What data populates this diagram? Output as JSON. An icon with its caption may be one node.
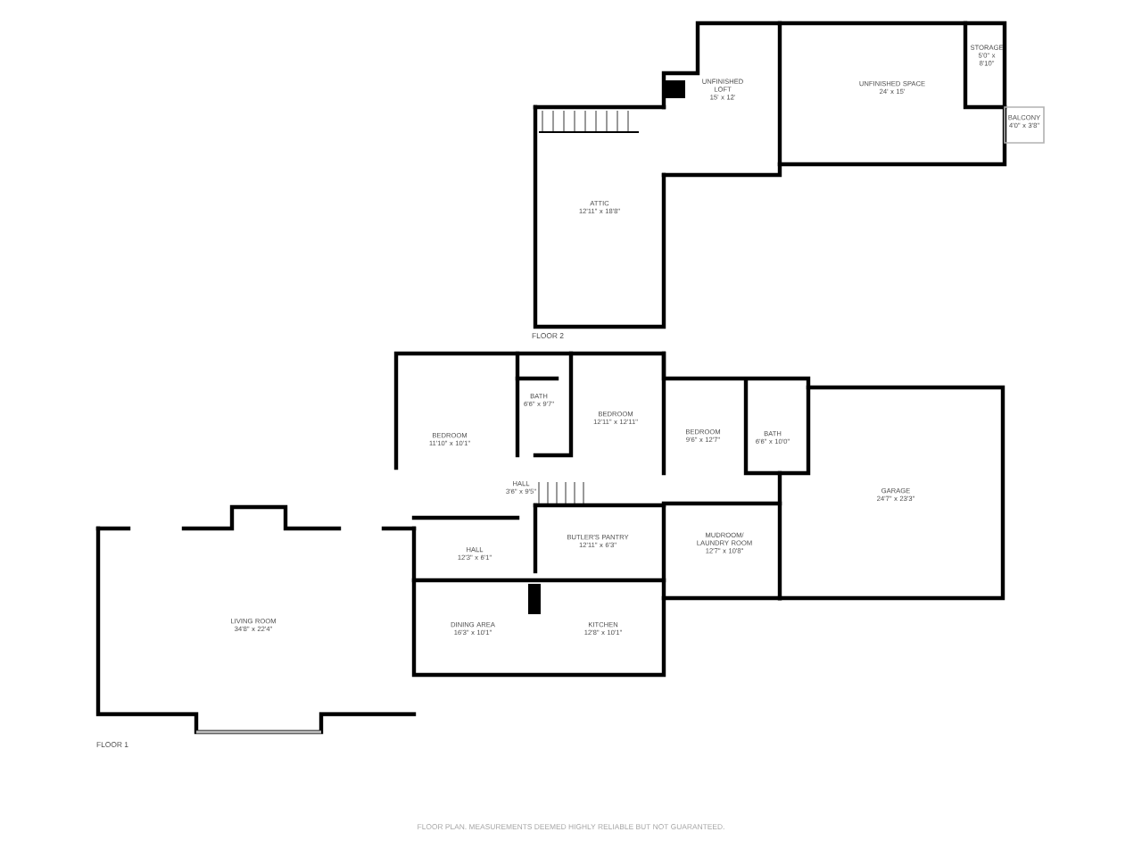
{
  "diagram": {
    "nodes": [
      {
        "text": [
          "UNFINISHED LOFT",
          "15' x 12'"
        ]
      },
      {
        "text": [
          "UNFINISHED SPACE",
          "24' x 15'"
        ]
      },
      {
        "text": [
          "STORAGE",
          "5'0\" x 8'10\""
        ]
      },
      {
        "text": [
          "BALCONY",
          "4'0\" x 3'8\""
        ]
      },
      {
        "text": [
          "ATTIC",
          "12'11\" x 18'8\""
        ]
      },
      {
        "text": [
          "BEDROOM",
          "11'10\" x 10'1\""
        ]
      },
      {
        "text": [
          "BATH",
          "6'6\" x 9'7\""
        ]
      },
      {
        "text": [
          "BEDROOM",
          "12'11\" x 12'11\""
        ]
      },
      {
        "text": [
          "BEDROOM",
          "9'6\" x 12'7\""
        ]
      },
      {
        "text": [
          "BATH",
          "6'6\" x 10'0\""
        ]
      },
      {
        "text": [
          "HALL",
          "3'6\" x 9'5\""
        ]
      },
      {
        "text": [
          "GARAGE",
          "24'7\" x 23'3\""
        ]
      },
      {
        "text": [
          "HALL",
          "12'3\" x 6'1\""
        ]
      },
      {
        "text": [
          "BUTLER'S PANTRY",
          "12'11\" x 6'3\""
        ]
      },
      {
        "text": [
          "MUDROOM/ LAUNDRY ROOM",
          "12'7\" x 10'8\""
        ]
      },
      {
        "text": [
          "LIVING ROOM",
          "34'8\" x 22'4\""
        ]
      },
      {
        "text": [
          "DINING AREA",
          "16'3\" x 10'1\""
        ]
      },
      {
        "text": [
          "KITCHEN",
          "12'8\" x 10'1\""
        ]
      }
    ],
    "labels": [
      "FLOOR 2",
      "FLOOR 1",
      "FLOOR PLAN. MEASUREMENTS DEEMED HIGHLY RELIABLE BUT NOT GUARANTEED."
    ]
  }
}
